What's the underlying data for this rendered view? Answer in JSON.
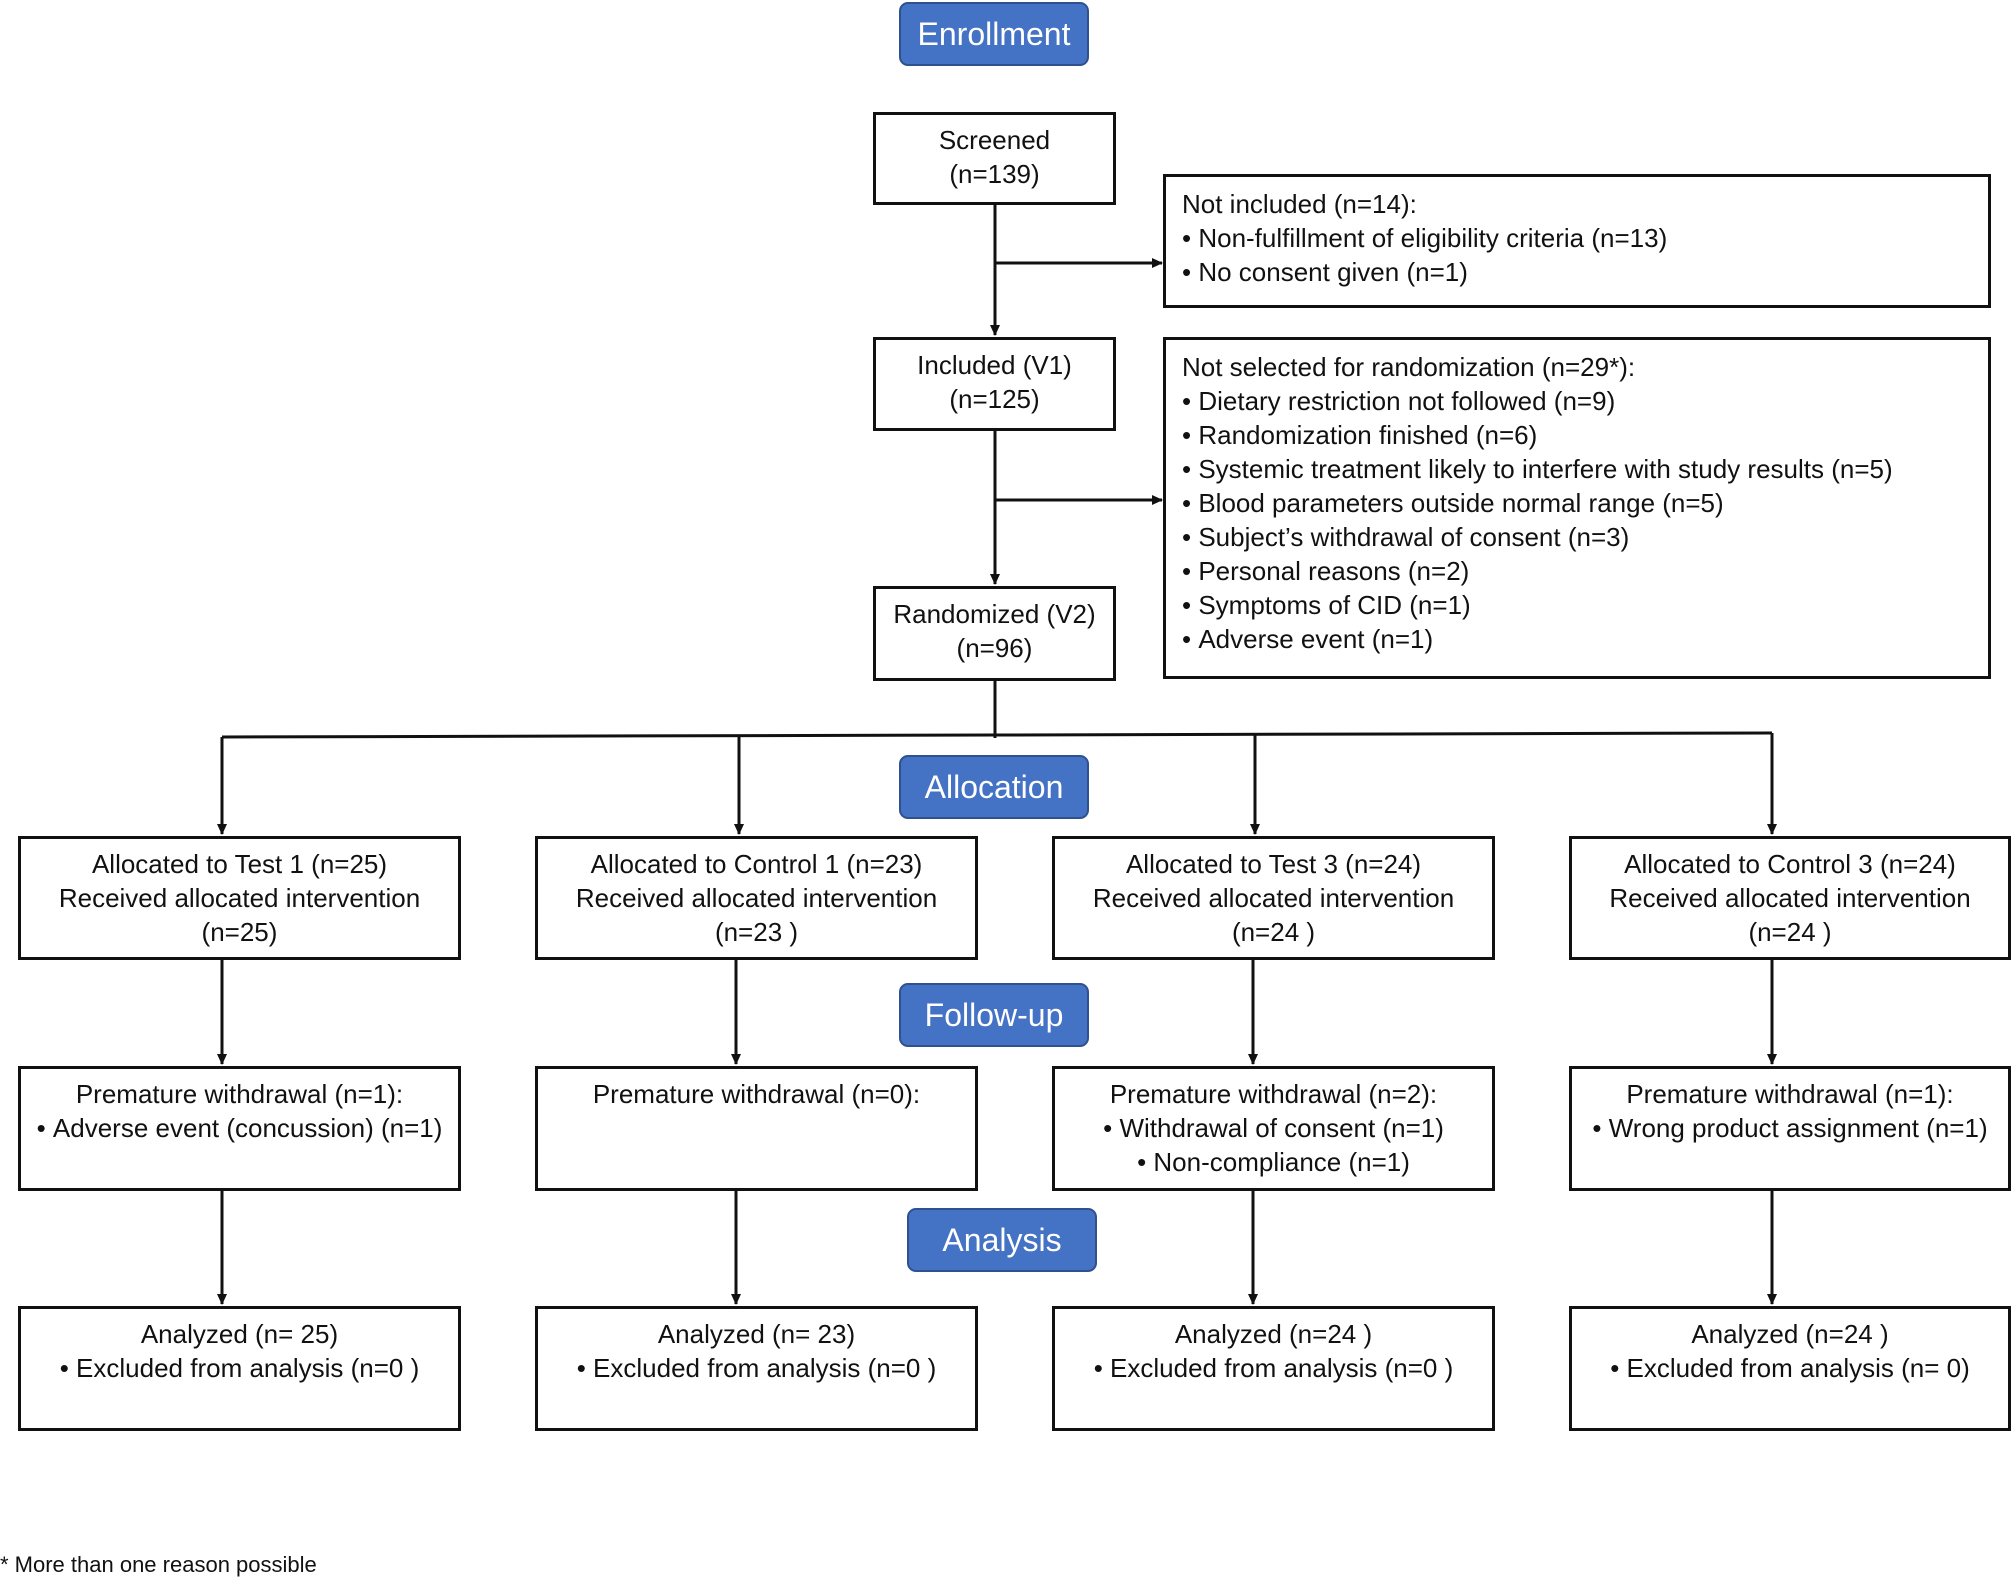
{
  "phases": {
    "enrollment": "Enrollment",
    "allocation": "Allocation",
    "followup": "Follow-up",
    "analysis": "Analysis"
  },
  "screened": {
    "title": "Screened",
    "count": "(n=139)"
  },
  "not_included": {
    "title": "Not included (n=14):",
    "items": [
      "Non-fulfillment of eligibility criteria (n=13)",
      "No consent given (n=1)"
    ]
  },
  "included": {
    "title": "Included (V1)",
    "count": "(n=125)"
  },
  "not_selected": {
    "title": "Not selected for randomization (n=29*):",
    "items": [
      "Dietary restriction not followed (n=9)",
      "Randomization finished (n=6)",
      "Systemic treatment likely to interfere with study results (n=5)",
      "Blood parameters outside normal range (n=5)",
      "Subject’s withdrawal of consent (n=3)",
      "Personal reasons (n=2)",
      "Symptoms of CID (n=1)",
      "Adverse event (n=1)"
    ]
  },
  "randomized": {
    "title": "Randomized (V2)",
    "count": "(n=96)"
  },
  "arms": [
    {
      "allocated": "Allocated to Test 1 (n=25)",
      "received": "Received allocated intervention",
      "received_n": "(n=25)",
      "withdrawal": "Premature withdrawal (n=1):",
      "withdrawal_items": [
        "Adverse event (concussion) (n=1)"
      ],
      "analyzed": "Analyzed (n= 25)",
      "excluded": "Excluded from analysis (n=0 )"
    },
    {
      "allocated": "Allocated to Control 1 (n=23)",
      "received": "Received allocated intervention",
      "received_n": "(n=23 )",
      "withdrawal": "Premature withdrawal (n=0):",
      "withdrawal_items": [],
      "analyzed": "Analyzed (n= 23)",
      "excluded": "Excluded from analysis (n=0 )"
    },
    {
      "allocated": "Allocated to Test 3 (n=24)",
      "received": "Received allocated intervention",
      "received_n": "(n=24 )",
      "withdrawal": "Premature withdrawal (n=2):",
      "withdrawal_items": [
        "Withdrawal of consent (n=1)",
        "Non-compliance (n=1)"
      ],
      "analyzed": "Analyzed (n=24 )",
      "excluded": "Excluded from analysis (n=0 )"
    },
    {
      "allocated": "Allocated to Control 3 (n=24)",
      "received": "Received allocated intervention",
      "received_n": "(n=24 )",
      "withdrawal": "Premature withdrawal (n=1):",
      "withdrawal_items": [
        "Wrong product assignment (n=1)"
      ],
      "analyzed": "Analyzed (n=24 )",
      "excluded": "Excluded from analysis (n= 0)"
    }
  ],
  "footnote": "* More than one reason possible",
  "colors": {
    "phase_fill": "#4472C4",
    "phase_border": "#2F528F",
    "line": "#111111"
  }
}
